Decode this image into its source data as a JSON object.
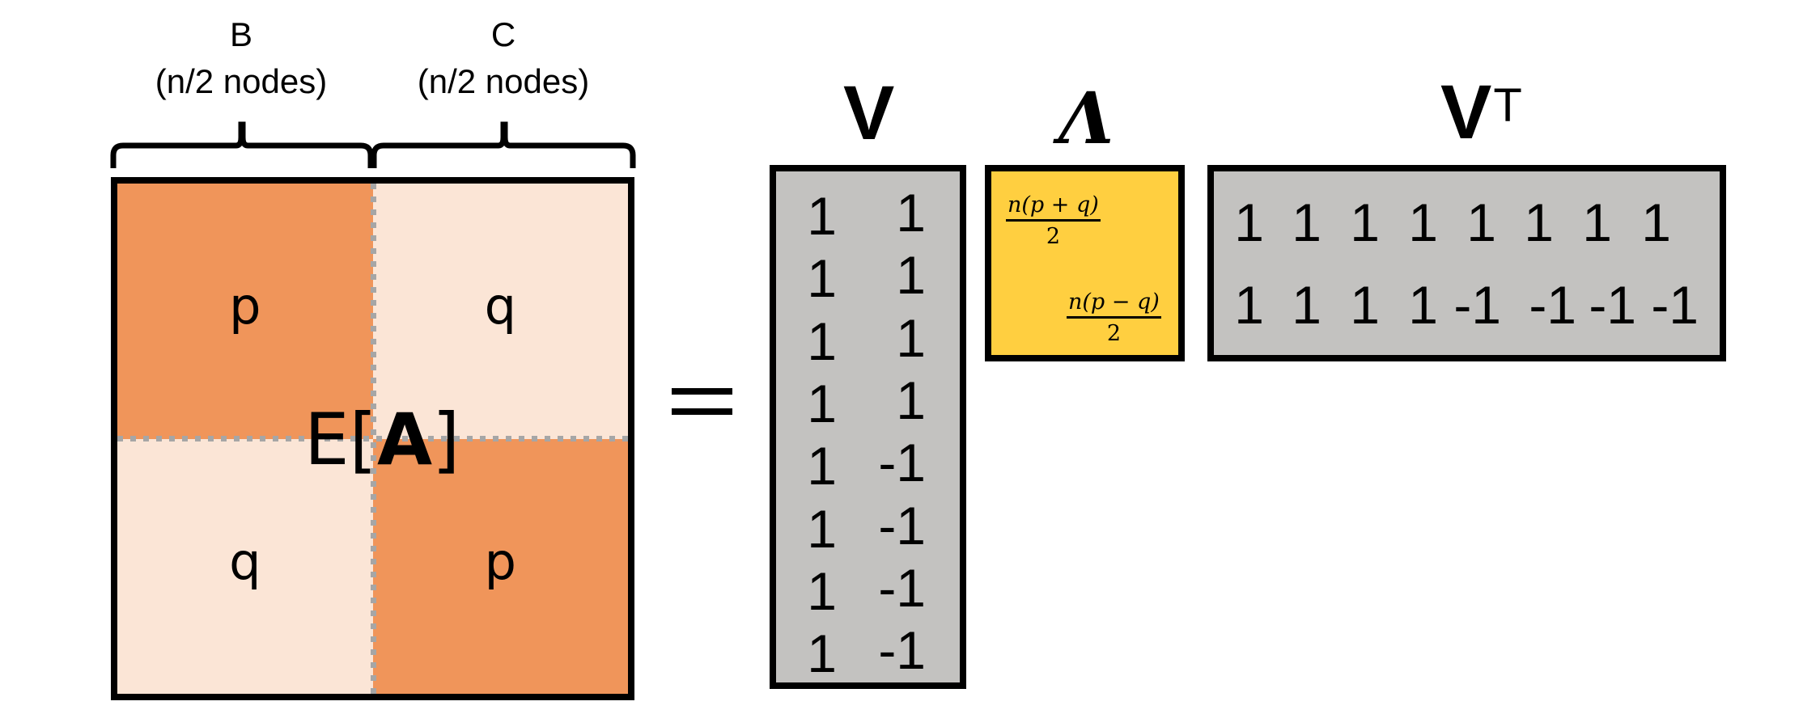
{
  "groups": [
    {
      "name": "B",
      "size": "(n/2 nodes)"
    },
    {
      "name": "C",
      "size": "(n/2 nodes)"
    }
  ],
  "matrix": {
    "label_prefix": "E[",
    "label_bold": "A",
    "label_suffix": "]",
    "cells": [
      [
        "p",
        "q"
      ],
      [
        "q",
        "p"
      ]
    ],
    "colors": {
      "diagonal": "#F0955A",
      "off_diagonal": "#FBE5D6",
      "divider": "#A6A6A6"
    }
  },
  "equals": "=",
  "titles": {
    "v": "V",
    "lambda": "Λ",
    "vt_base": "V",
    "vt_sup": "T"
  },
  "v_matrix": {
    "rows": [
      [
        "1",
        "1"
      ],
      [
        "1",
        "1"
      ],
      [
        "1",
        "1"
      ],
      [
        "1",
        "1"
      ],
      [
        "1",
        "-1"
      ],
      [
        "1",
        "-1"
      ],
      [
        "1",
        "-1"
      ],
      [
        "1",
        "-1"
      ]
    ],
    "fill": "#C3C2C0"
  },
  "lambda_matrix": {
    "entries": [
      {
        "numerator": "n(p + q)",
        "denominator": "2"
      },
      {
        "numerator": "n(p − q)",
        "denominator": "2"
      }
    ],
    "fill": "#FFCF40"
  },
  "vt_matrix": {
    "rows": [
      [
        "1",
        "1",
        "1",
        "1",
        "1",
        "1",
        "1",
        "1"
      ],
      [
        "1",
        "1",
        "1",
        "1",
        "-1",
        "-1",
        "-1",
        "-1"
      ]
    ],
    "fill": "#C3C2C0"
  }
}
